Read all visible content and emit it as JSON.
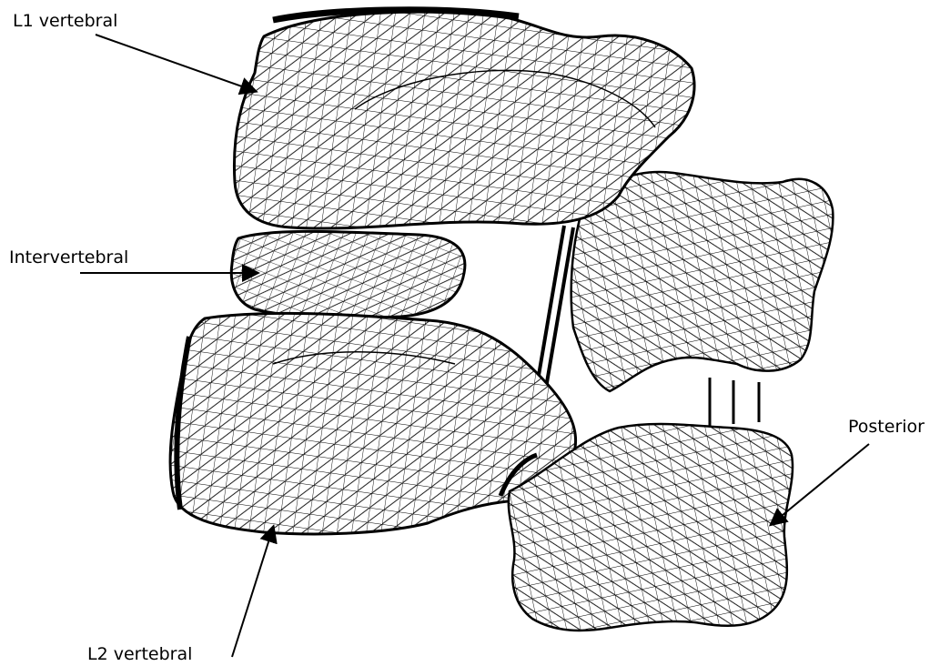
{
  "labels": {
    "l1_vertebral": "L1 vertebral",
    "intervertebral": "Intervertebral",
    "posterior": "Posterior",
    "l2_vertebral": "L2 vertebral"
  },
  "style": {
    "background": "#ffffff",
    "mesh_stroke": "#000000",
    "text_color": "#000000"
  }
}
